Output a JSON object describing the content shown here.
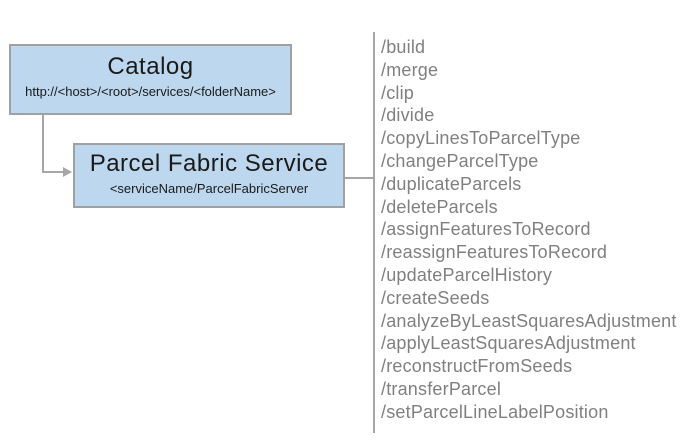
{
  "catalog_box": {
    "title": "Catalog",
    "subtitle": "http://<host>/<root>/services/<folderName>"
  },
  "service_box": {
    "title": "Parcel Fabric Service",
    "subtitle": "<serviceName/ParcelFabricServer"
  },
  "operations": [
    "/build",
    "/merge",
    "/clip",
    "/divide",
    "/copyLinesToParcelType",
    "/changeParcelType",
    "/duplicateParcels",
    "/deleteParcels",
    "/assignFeaturesToRecord",
    "/reassignFeaturesToRecord",
    "/updateParcelHistory",
    "/createSeeds",
    "/analyzeByLeastSquaresAdjustment",
    "/applyLeastSquaresAdjustment",
    "/reconstructFromSeeds",
    "/transferParcel",
    "/setParcelLineLabelPosition"
  ],
  "colors": {
    "box_fill": "#bdd7ee",
    "box_border": "#a0a0a0",
    "connector": "#a6a6a6",
    "list_text": "#808080",
    "title_text": "#1a1a1a"
  }
}
